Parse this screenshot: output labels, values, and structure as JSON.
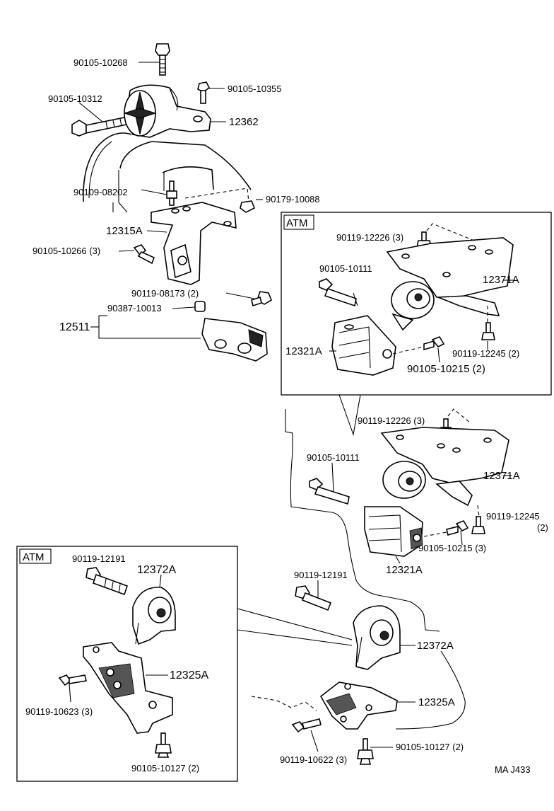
{
  "diagram": {
    "footer_code": "MA  J433",
    "atm_label_upper": "ATM",
    "atm_label_lower": "ATM",
    "labels": {
      "bolt_top": "90105-10268",
      "bolt_top_right": "90105-10355",
      "bolt_left": "90105-10312",
      "mount_12362": "12362",
      "stud_90109": "90109-08202",
      "nut_90179": "90179-10088",
      "bracket_12315A": "12315A",
      "bolt_10266": "90105-10266 (3)",
      "bolt_08173": "90119-08173 (2)",
      "bushing_90387": "90387-10013",
      "mount_12511": "12511",
      "atm_bolt_12226": "90119-12226 (3)",
      "atm_bolt_10111": "90105-10111",
      "atm_mount_12371A": "12371A",
      "atm_mount_12321A": "12321A",
      "atm_bolt_12245": "90119-12245 (2)",
      "atm_bolt_10215": "90105-10215 (2)",
      "m_bolt_12226": "90119-12226 (3)",
      "m_bolt_10111": "90105-10111",
      "m_mount_12371A": "12371A",
      "m_bolt_12245": "90119-12245",
      "m_bolt_12245_qty": "(2)",
      "m_bolt_10215": "90105-10215 (3)",
      "m_mount_12321A": "12321A",
      "m_bolt_12191": "90119-12191",
      "m_mount_12372A": "12372A",
      "m_mount_12325A": "12325A",
      "m_bolt_10622": "90119-10622 (3)",
      "m_bolt_10127": "90105-10127 (2)",
      "la_bolt_12191": "90119-12191",
      "la_mount_12372A": "12372A",
      "la_mount_12325A": "12325A",
      "la_bolt_10623": "90119-10623 (3)",
      "la_bolt_10127": "90105-10127 (2)"
    }
  }
}
